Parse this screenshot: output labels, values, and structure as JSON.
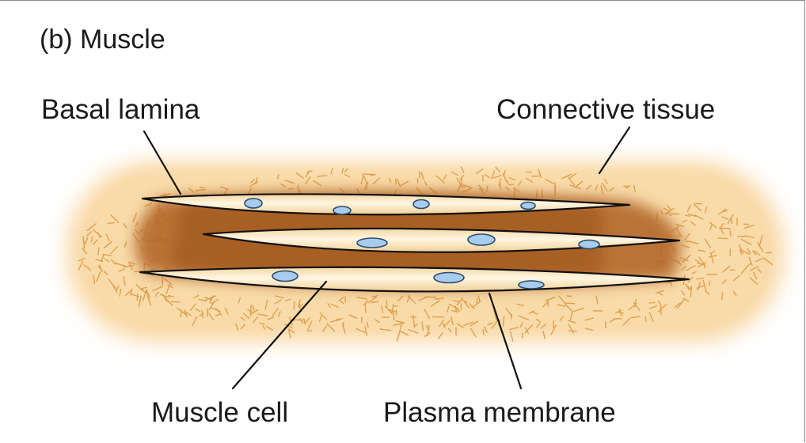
{
  "figure": {
    "title": "(b)  Muscle"
  },
  "labels": {
    "basal_lamina": "Basal lamina",
    "connective_tissue": "Connective tissue",
    "muscle_cell": "Muscle cell",
    "plasma_membrane": "Plasma membrane"
  },
  "colors": {
    "connective_tissue_fill": "#f7d9a8",
    "fiber_strokes": "#e0a04e",
    "basal_lamina_dark": "#a0541c",
    "cell_cytoplasm": "#fdf0d2",
    "nucleus": "#a8ccee",
    "outline": "#111111"
  }
}
